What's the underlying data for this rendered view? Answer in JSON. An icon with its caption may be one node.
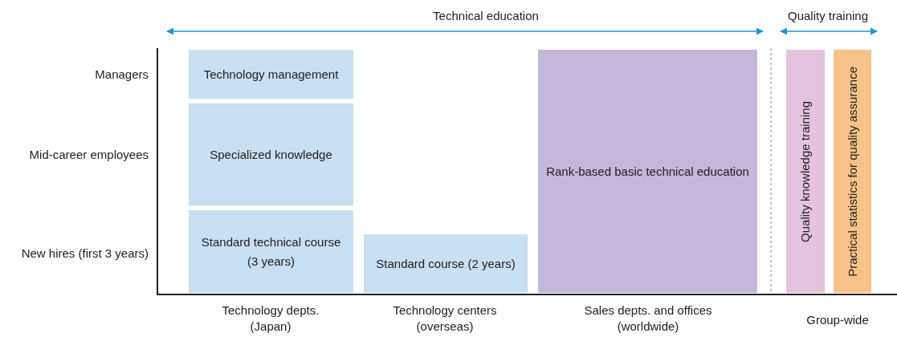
{
  "diagram": {
    "nodes": [
      {
        "text": [
          "Technology management"
        ]
      },
      {
        "text": [
          "Specialized knowledge"
        ]
      },
      {
        "text": [
          "Standard technical course (3 years)"
        ]
      },
      {
        "text": [
          "Standard course (2 years)"
        ]
      },
      {
        "text": [
          "Rank-based basic technical education"
        ]
      },
      {
        "text": [
          "Quality knowledge training"
        ]
      },
      {
        "text": [
          "Practical statistics for quality assurance"
        ]
      }
    ],
    "labels": [
      "Technical education",
      "Quality training",
      "Managers",
      "Mid-career employees",
      "New hires (first 3 years)",
      "Technology depts. (Japan)",
      "Technology centers (overseas)",
      "Sales depts. and offices (worldwide)",
      "Group-wide"
    ]
  }
}
